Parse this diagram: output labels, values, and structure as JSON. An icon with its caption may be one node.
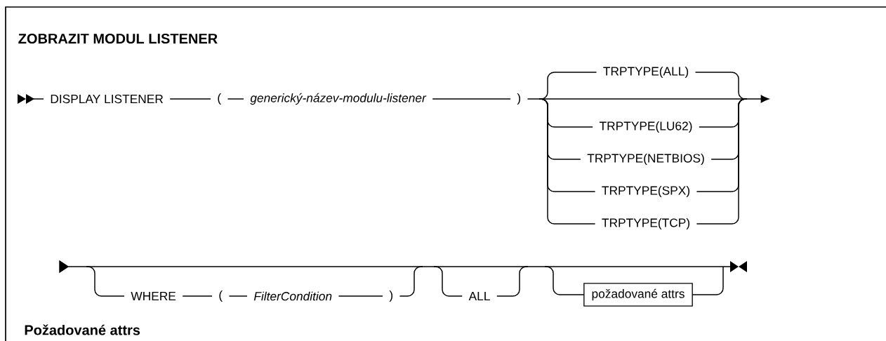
{
  "diagram": {
    "title": "ZOBRAZIT MODUL LISTENER",
    "nodes": [
      {
        "text": [
          "požadované attrs"
        ]
      }
    ],
    "labels": [
      "DISPLAY LISTENER",
      "(",
      "generický-název-modulu-listener",
      ")",
      "TRPTYPE(ALL)",
      "TRPTYPE(LU62)",
      "TRPTYPE(NETBIOS)",
      "TRPTYPE(SPX)",
      "TRPTYPE(TCP)",
      "WHERE",
      "(",
      "FilterCondition",
      ")",
      "ALL",
      "Požadované attrs"
    ]
  }
}
